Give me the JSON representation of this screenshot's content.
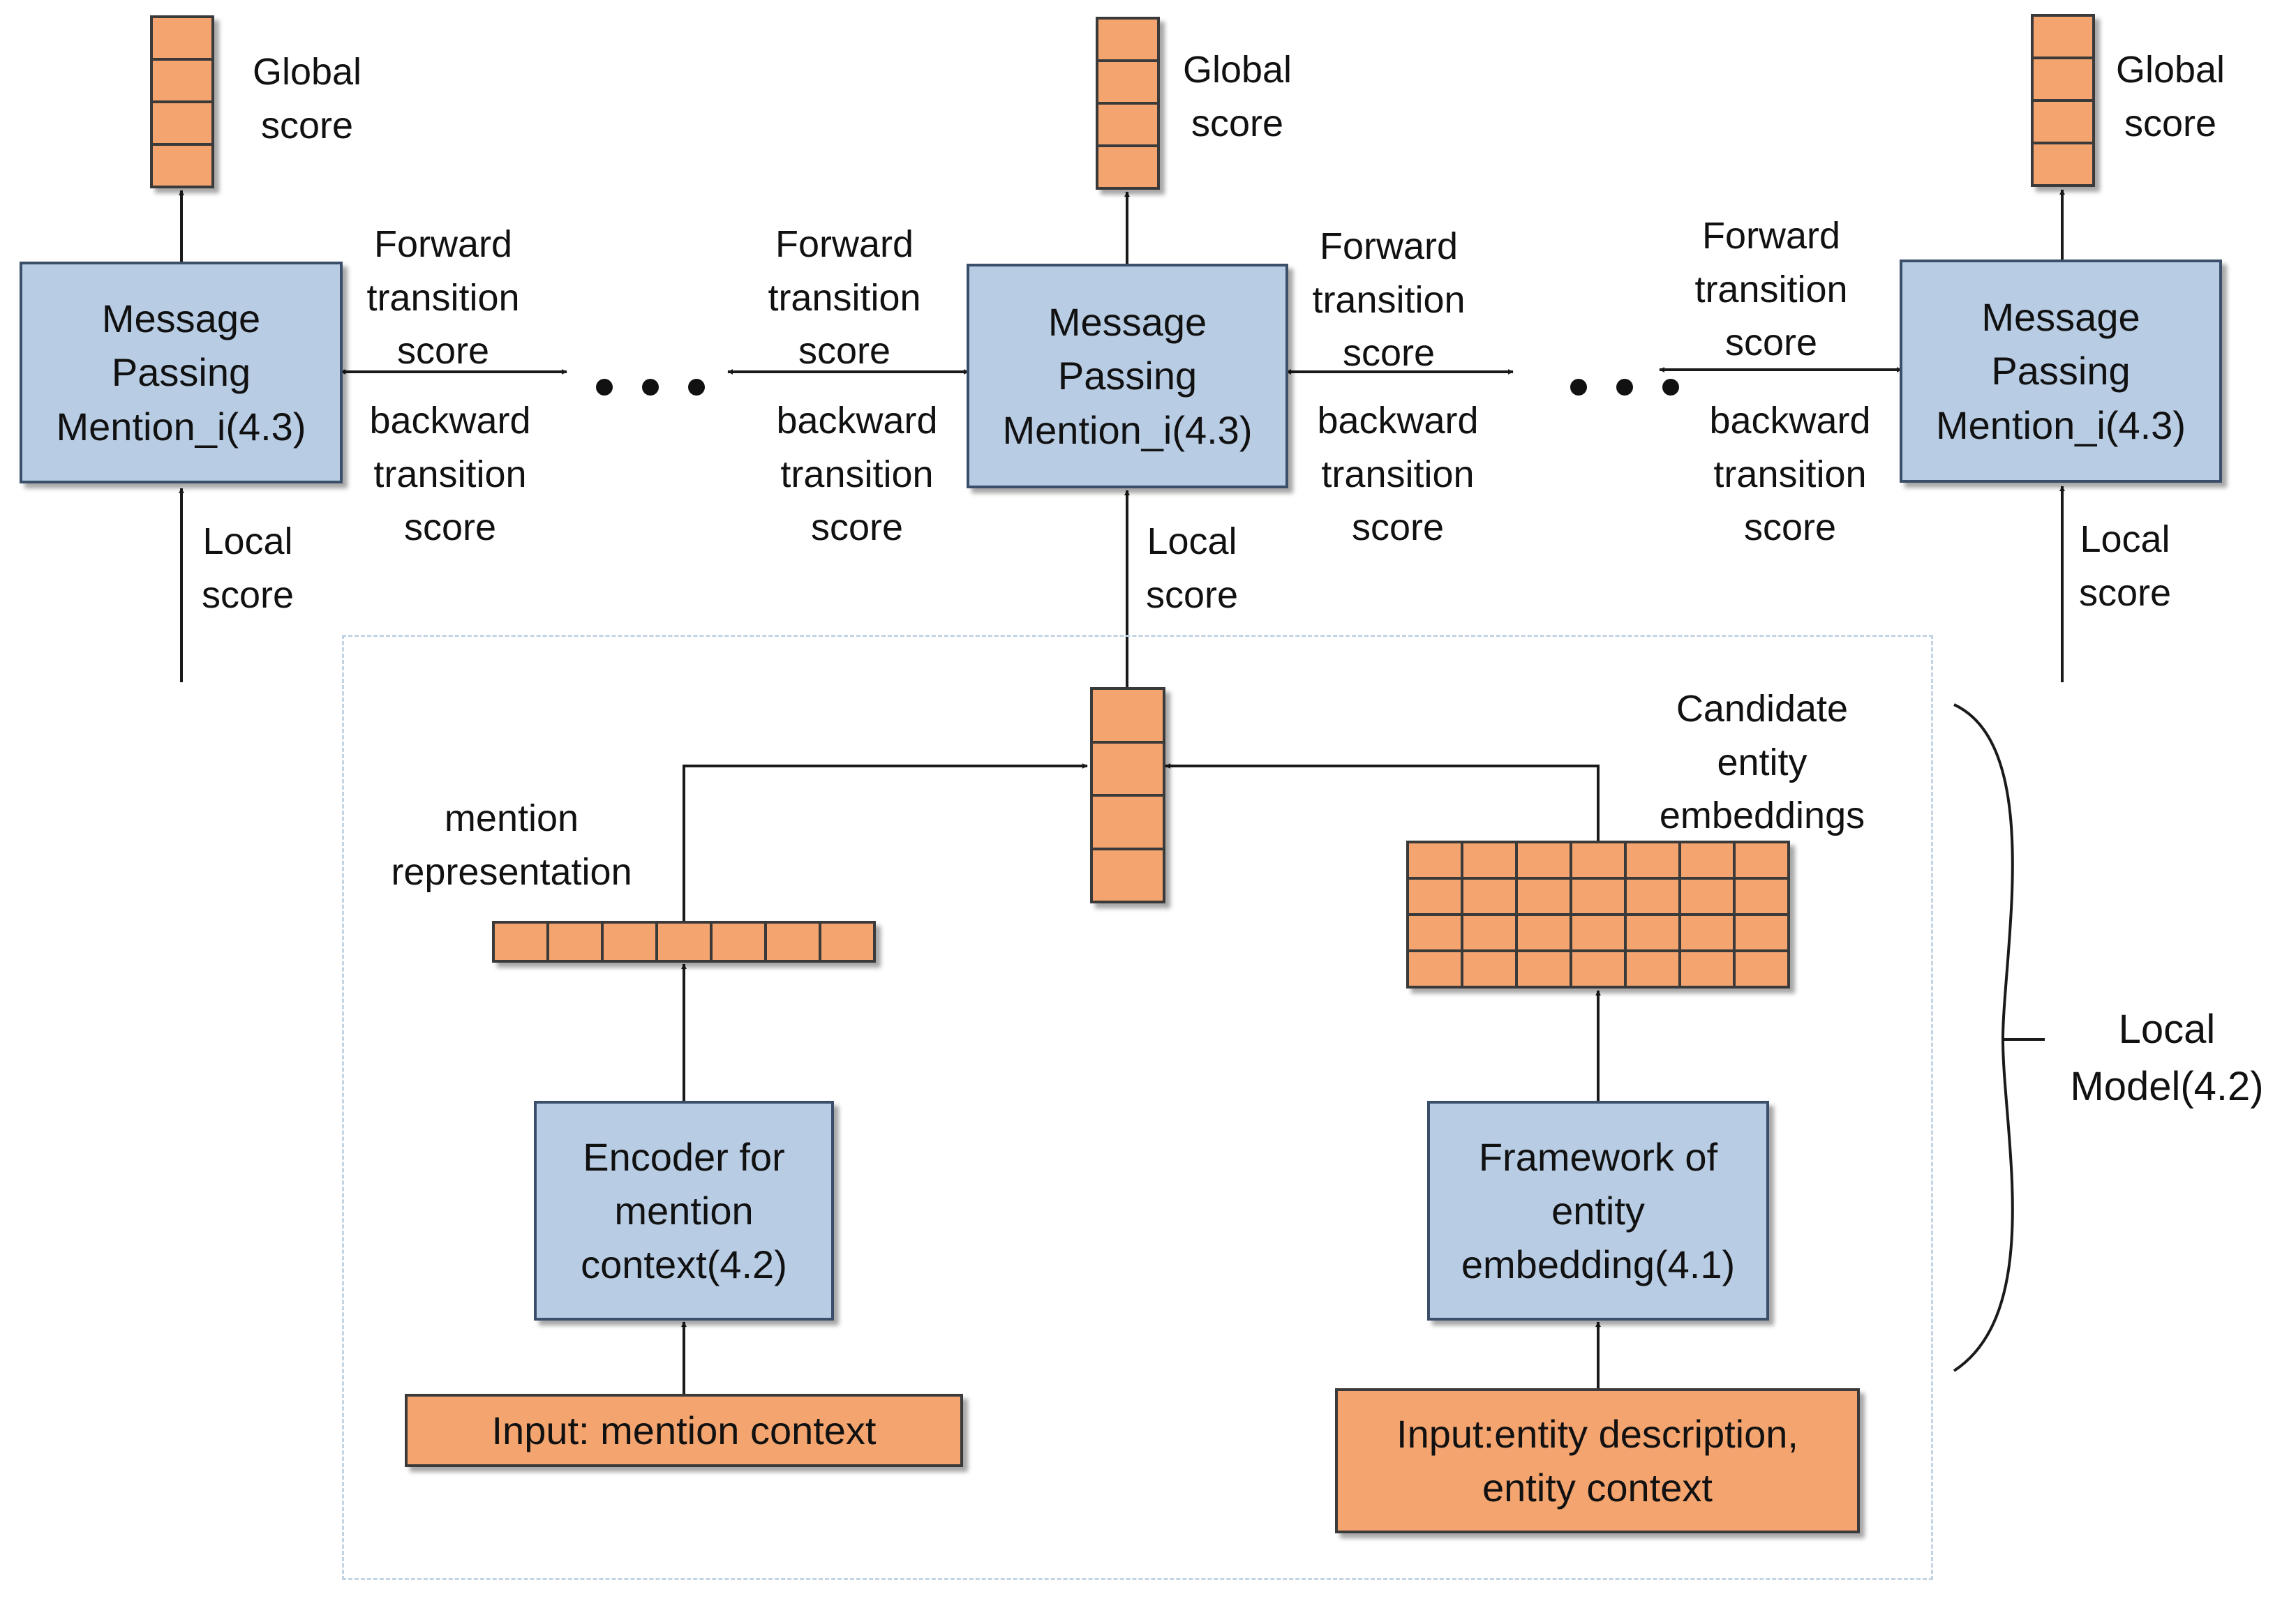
{
  "nodes": {
    "message_passing_1": "Message\nPassing\nMention_i(4.3)",
    "message_passing_2": "Message\nPassing\nMention_i(4.3)",
    "message_passing_3": "Message\nPassing\nMention_i(4.3)",
    "encoder": "Encoder for\nmention\ncontext(4.2)",
    "framework": "Framework of\nentity\nembedding(4.1)",
    "input_mention": "Input: mention context",
    "input_entity": "Input:entity description,\nentity context"
  },
  "labels": {
    "global_score_1": "Global\nscore",
    "global_score_2": "Global\nscore",
    "global_score_3": "Global\nscore",
    "local_score_1": "Local\nscore",
    "local_score_2": "Local\nscore",
    "local_score_3": "Local\nscore",
    "forward_1": "Forward\ntransition\nscore",
    "backward_1": "backward\ntransition\nscore",
    "forward_2": "Forward\ntransition\nscore",
    "backward_2": "backward\ntransition\nscore",
    "forward_3": "Forward\ntransition\nscore",
    "backward_3": "backward\ntransition\nscore",
    "forward_4": "Forward\ntransition\nscore",
    "backward_4": "backward\ntransition\nscore",
    "mention_representation": "mention\nrepresentation",
    "candidate_entity_embeddings": "Candidate\nentity\nembeddings",
    "local_model": "Local\nModel(4.2)"
  },
  "vectors": {
    "global_score_cells": 4,
    "combined_cells": 4,
    "mention_representation_cells": 7,
    "candidate_rows": 4,
    "candidate_cols": 7
  },
  "colors": {
    "box_fill": "#b8cce4",
    "box_border": "#3b4f6b",
    "cell_fill": "#f4a46f",
    "line": "#1a1a1a",
    "region_border": "#c3d4e4"
  }
}
